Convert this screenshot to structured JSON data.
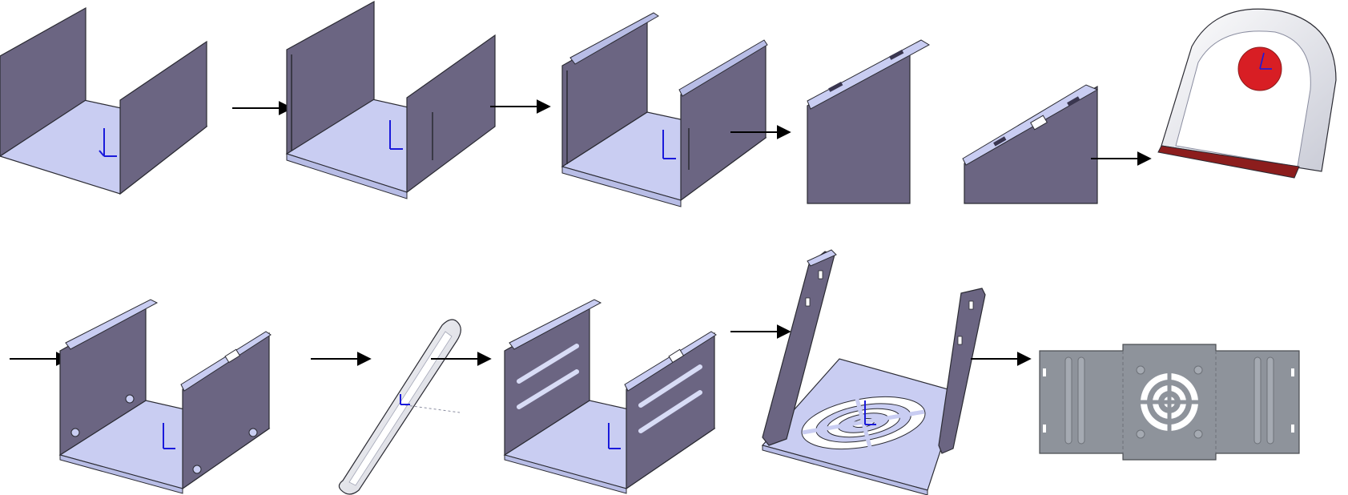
{
  "colors": {
    "background": "#ffffff",
    "sheet_wall": "#6b6582",
    "sheet_wall_dark": "#57516e",
    "sheet_floor": "#c9cdf2",
    "sheet_edge": "#2b2b33",
    "axis_blue": "#1a1adb",
    "seal_red": "#d81e24",
    "flange_red": "#8c1d1d",
    "flat_gray": "#8e939b",
    "flat_gray_dark": "#6d7178",
    "flat_cutout": "#ffffff",
    "arrow": "#000000"
  },
  "steps": [
    {
      "id": "step-1-base-flange",
      "icon": "u-channel-sheet-icon"
    },
    {
      "id": "step-2-edge-hems",
      "icon": "u-channel-hemmed-icon"
    },
    {
      "id": "step-3-top-flanges",
      "icon": "u-channel-flanged-icon"
    },
    {
      "id": "step-4-tab-slots",
      "icon": "slot-detail-icon"
    },
    {
      "id": "step-5-form-tool",
      "icon": "louver-form-tool-icon"
    },
    {
      "id": "step-6-bosses",
      "icon": "u-channel-bossed-icon"
    },
    {
      "id": "step-7-rib-tool",
      "icon": "rib-form-tool-icon"
    },
    {
      "id": "step-8-ribs",
      "icon": "u-channel-ribbed-icon"
    },
    {
      "id": "step-9-vent-pattern",
      "icon": "vented-bracket-icon"
    },
    {
      "id": "step-10-flat-pattern",
      "icon": "flat-pattern-icon"
    }
  ],
  "arrows": [
    {
      "from": "step-1-base-flange",
      "to": "step-2-edge-hems"
    },
    {
      "from": "step-2-edge-hems",
      "to": "step-3-top-flanges"
    },
    {
      "from": "step-3-top-flanges",
      "to": "step-4-tab-slots"
    },
    {
      "from": "step-4-tab-slots",
      "to": "step-5-form-tool"
    },
    {
      "from": "row-2-start",
      "to": "step-6-bosses"
    },
    {
      "from": "step-6-bosses",
      "to": "step-7-rib-tool"
    },
    {
      "from": "step-7-rib-tool",
      "to": "step-8-ribs"
    },
    {
      "from": "step-8-ribs",
      "to": "step-9-vent-pattern"
    },
    {
      "from": "step-9-vent-pattern",
      "to": "step-10-flat-pattern"
    }
  ]
}
